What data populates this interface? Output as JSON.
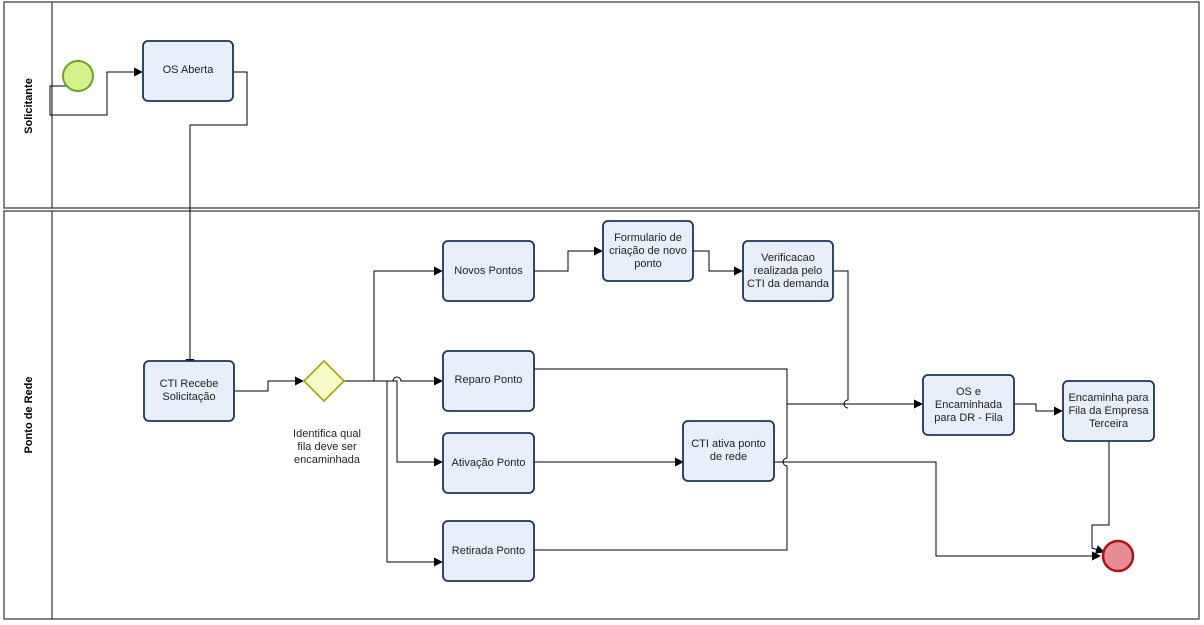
{
  "lanes": [
    {
      "id": "solicitante",
      "label": "Solicitante"
    },
    {
      "id": "ponto",
      "label": "Ponto de Rede"
    }
  ],
  "tasks": {
    "os_aberta": "OS Aberta",
    "cti_recebe": "CTI Recebe Solicitação",
    "novos_pontos": "Novos Pontos",
    "reparo_ponto": "Reparo Ponto",
    "ativacao_ponto": "Ativação Ponto",
    "retirada_ponto": "Retirada Ponto",
    "formulario": "Formulario de criação de novo ponto",
    "verificacao": "Verificacao realizada pelo CTI da demanda",
    "cti_ativa": "CTI ativa ponto de rede",
    "os_encaminhada": "OS e Encaminhada para DR - Fila",
    "encaminha_fila": "Encaminha para Fila da Empresa Terceira"
  },
  "gateway": {
    "label": "Identifica qual fila deve ser encaminhada"
  },
  "colors": {
    "task_fill": "#e8eefa",
    "task_stroke": "#1d3557",
    "start_fill": "#d4f28a",
    "start_stroke": "#6ea22c",
    "end_fill": "#e88e92",
    "end_stroke": "#b0121c",
    "gateway_fill": "#fafcc8",
    "gateway_stroke": "#a8a821"
  }
}
